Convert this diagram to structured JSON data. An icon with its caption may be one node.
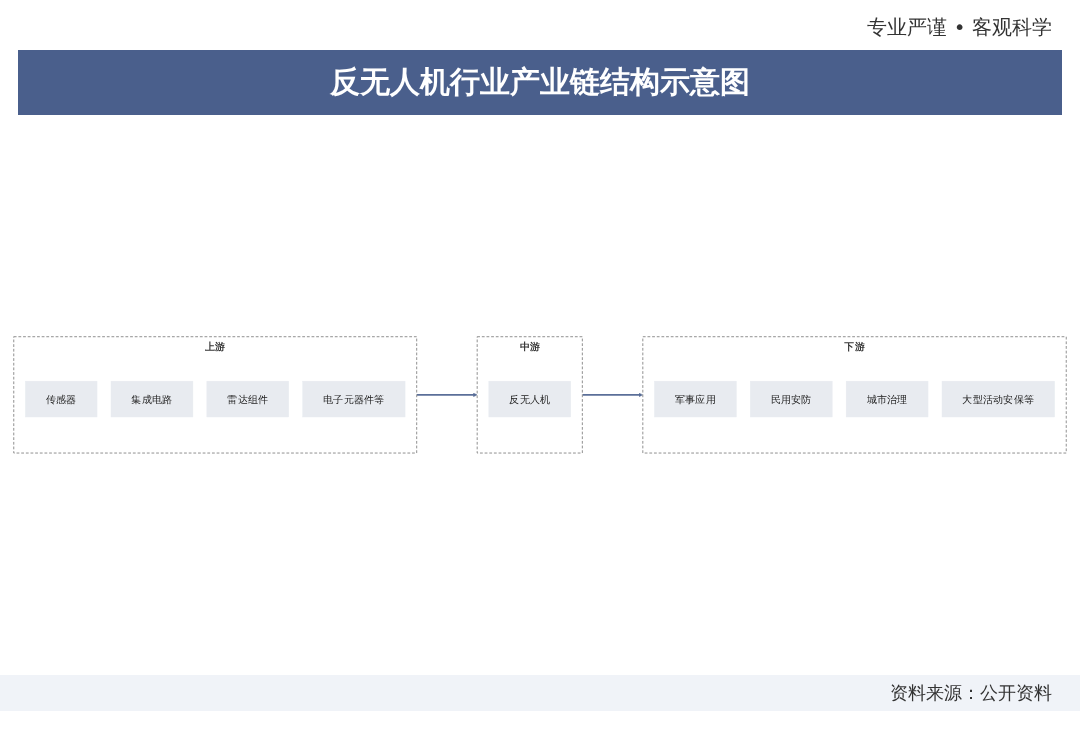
{
  "diagram": {
    "title": "反无人机行业产业链结构示意图",
    "nodes": [
      {
        "text": [
          "上游"
        ]
      },
      {
        "text": [
          "传感器"
        ],
        "in": 0
      },
      {
        "text": [
          "集成电路"
        ],
        "in": 0
      },
      {
        "text": [
          "雷达组件"
        ],
        "in": 0
      },
      {
        "text": [
          "电子元器件等"
        ],
        "in": 0
      },
      {
        "text": [
          "中游"
        ]
      },
      {
        "text": [
          "反无人机"
        ],
        "in": 5
      },
      {
        "text": [
          "下游"
        ]
      },
      {
        "text": [
          "军事应用"
        ],
        "in": 7
      },
      {
        "text": [
          "民用安防"
        ],
        "in": 7
      },
      {
        "text": [
          "城市治理"
        ],
        "in": 7
      },
      {
        "text": [
          "大型活动安保等"
        ],
        "in": 7
      }
    ],
    "edges": [
      {
        "from": 0,
        "to": 5,
        "arrow": "to"
      },
      {
        "from": 5,
        "to": 7,
        "arrow": "to"
      }
    ],
    "labels": [
      "专业严谨 • 客观科学",
      "资料来源：公开资料"
    ]
  }
}
